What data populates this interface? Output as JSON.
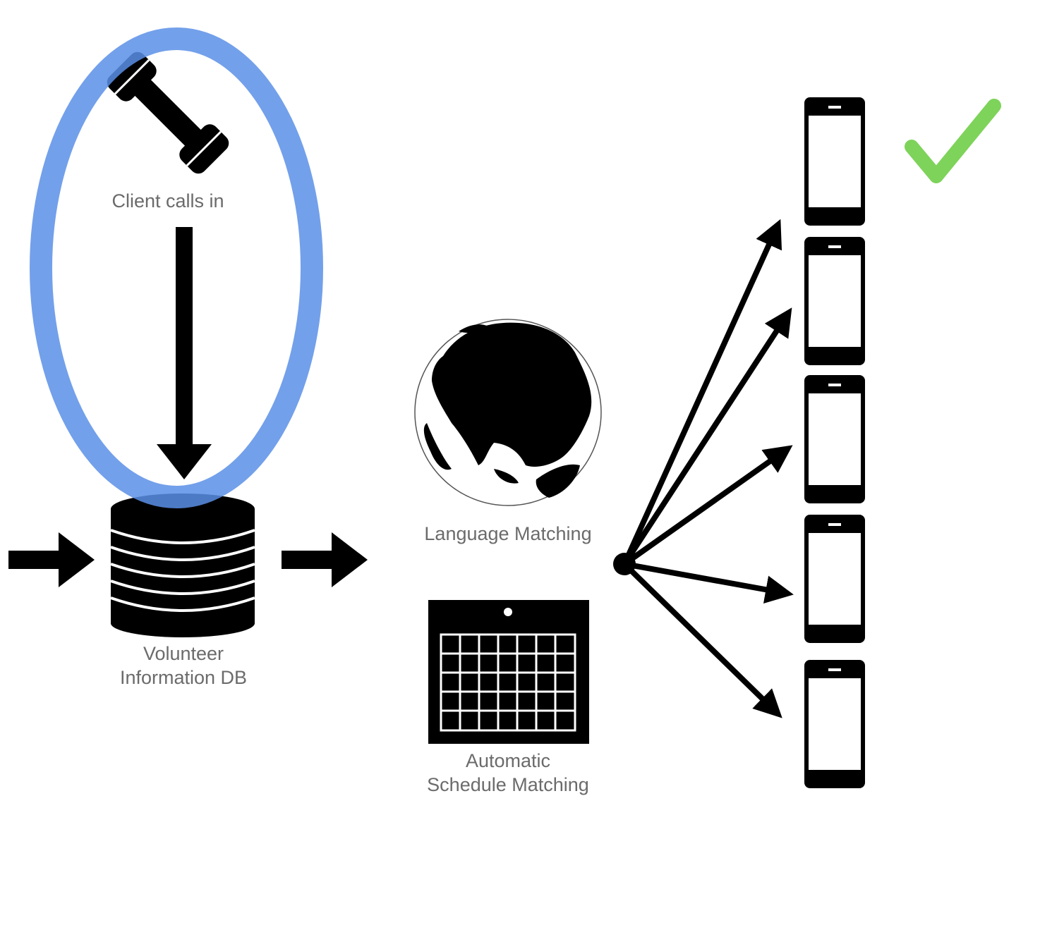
{
  "labels": {
    "client_calls_in": "Client calls in",
    "volunteer_db_line1": "Volunteer",
    "volunteer_db_line2": "Information DB",
    "language_matching": "Language Matching",
    "schedule_line1": "Automatic",
    "schedule_line2": "Schedule Matching"
  },
  "colors": {
    "highlight_ring": "#5b8fe6",
    "checkmark": "#7ed35a",
    "icons": "#000000",
    "label_text": "#6b6b6b"
  },
  "icons": [
    "phone-icon",
    "database-icon",
    "globe-icon",
    "calendar-icon",
    "smartphone-icon",
    "checkmark-icon"
  ],
  "phones_count": 5
}
